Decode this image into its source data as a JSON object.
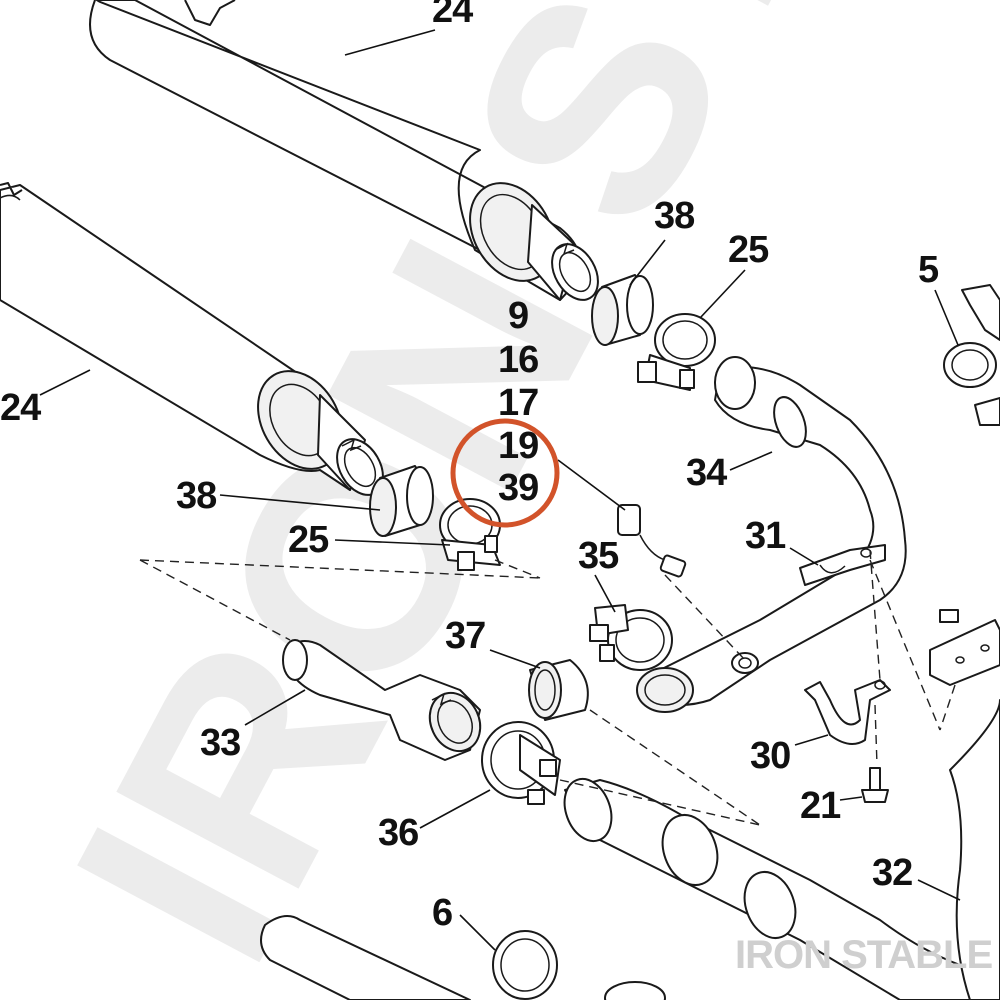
{
  "watermark": "IRON STABLE",
  "brand_label": "IRON STABLE",
  "accent_color": "#d2532a",
  "callouts": {
    "c24_top": "24",
    "c24_left": "24",
    "c38_top": "38",
    "c25_top": "25",
    "c5": "5",
    "c9": "9",
    "c16": "16",
    "c17": "17",
    "c19": "19",
    "c39": "39",
    "c38_left": "38",
    "c25_left": "25",
    "c34": "34",
    "c31": "31",
    "c35": "35",
    "c37": "37",
    "c33": "33",
    "c30": "30",
    "c21": "21",
    "c36": "36",
    "c32": "32",
    "c6": "6"
  }
}
